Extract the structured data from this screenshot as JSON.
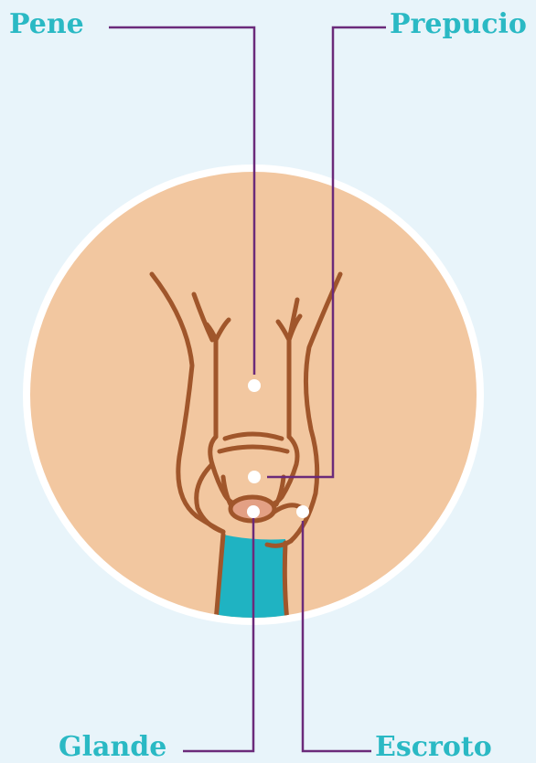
{
  "labels": {
    "pene": "Pene",
    "prepucio": "Prepucio",
    "glande": "Glande",
    "escroto": "Escroto"
  },
  "colors": {
    "background": "#e8f4fa",
    "skin": "#f2c7a0",
    "outline": "#a0562b",
    "label_text": "#2ab9c4",
    "leader_line": "#6b2a7a",
    "underwear": "#1fb3c2",
    "marker": "#ffffff"
  }
}
